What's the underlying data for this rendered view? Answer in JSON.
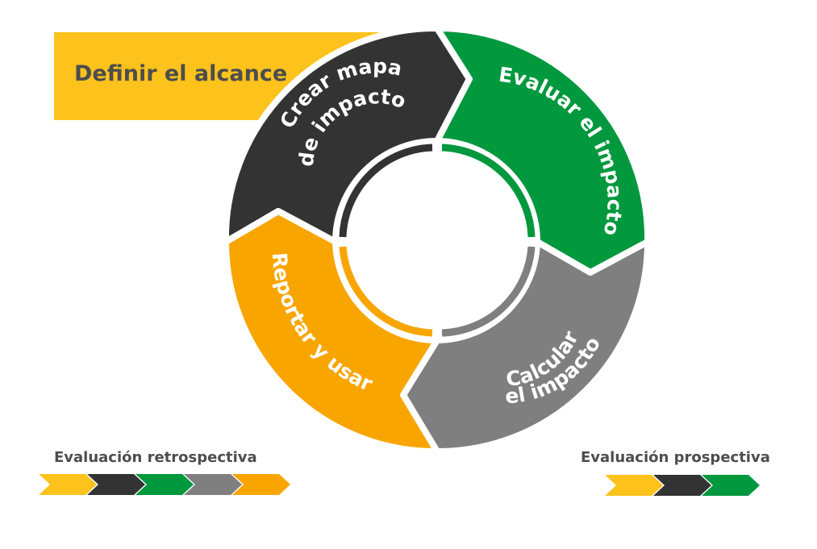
{
  "scope": {
    "label": "Definir el alcance",
    "color": "#FDC31C"
  },
  "cycle": [
    {
      "id": "crear",
      "lines": [
        "Crear mapa",
        "de impacto"
      ],
      "color": "#333333"
    },
    {
      "id": "evaluar",
      "lines": [
        "Evaluar el impacto"
      ],
      "color": "#01983E"
    },
    {
      "id": "calcular",
      "lines": [
        "Calcular",
        "el impacto"
      ],
      "color": "#7F7F7F"
    },
    {
      "id": "reportar",
      "lines": [
        "Reportar y usar"
      ],
      "color": "#F9A500"
    }
  ],
  "legend": {
    "retrospective": {
      "label": "Evaluación retrospectiva",
      "chevron_colors": [
        "#FDC31C",
        "#333333",
        "#01983E",
        "#7F7F7F",
        "#F9A500"
      ]
    },
    "prospective": {
      "label": "Evaluación prospectiva",
      "chevron_colors": [
        "#FDC31C",
        "#333333",
        "#01983E"
      ]
    }
  },
  "colors": {
    "text_dark": "#4D4D4D",
    "background": "#FFFFFF"
  }
}
